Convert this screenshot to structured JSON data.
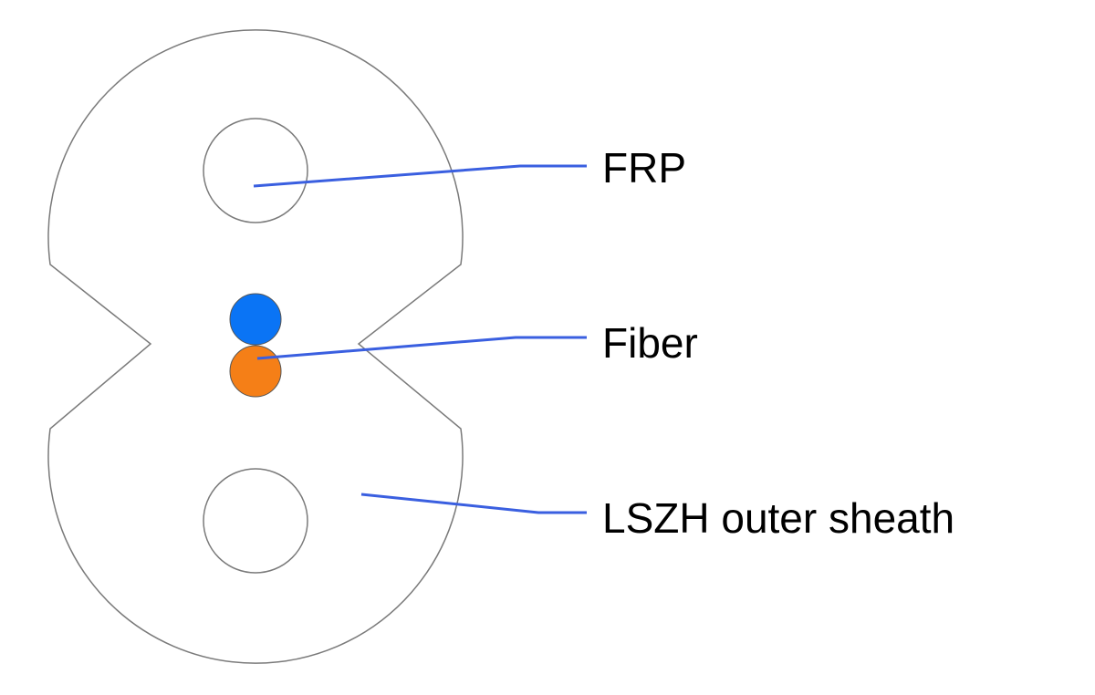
{
  "labels": {
    "frp": "FRP",
    "fiber": "Fiber",
    "sheath": "LSZH outer sheath"
  },
  "colors": {
    "outline": "#7a7a7a",
    "leader_line": "#3a5fe0",
    "fiber_blue": "#0a74f5",
    "fiber_orange": "#f57f17",
    "text": "#000000",
    "background": "#ffffff"
  }
}
